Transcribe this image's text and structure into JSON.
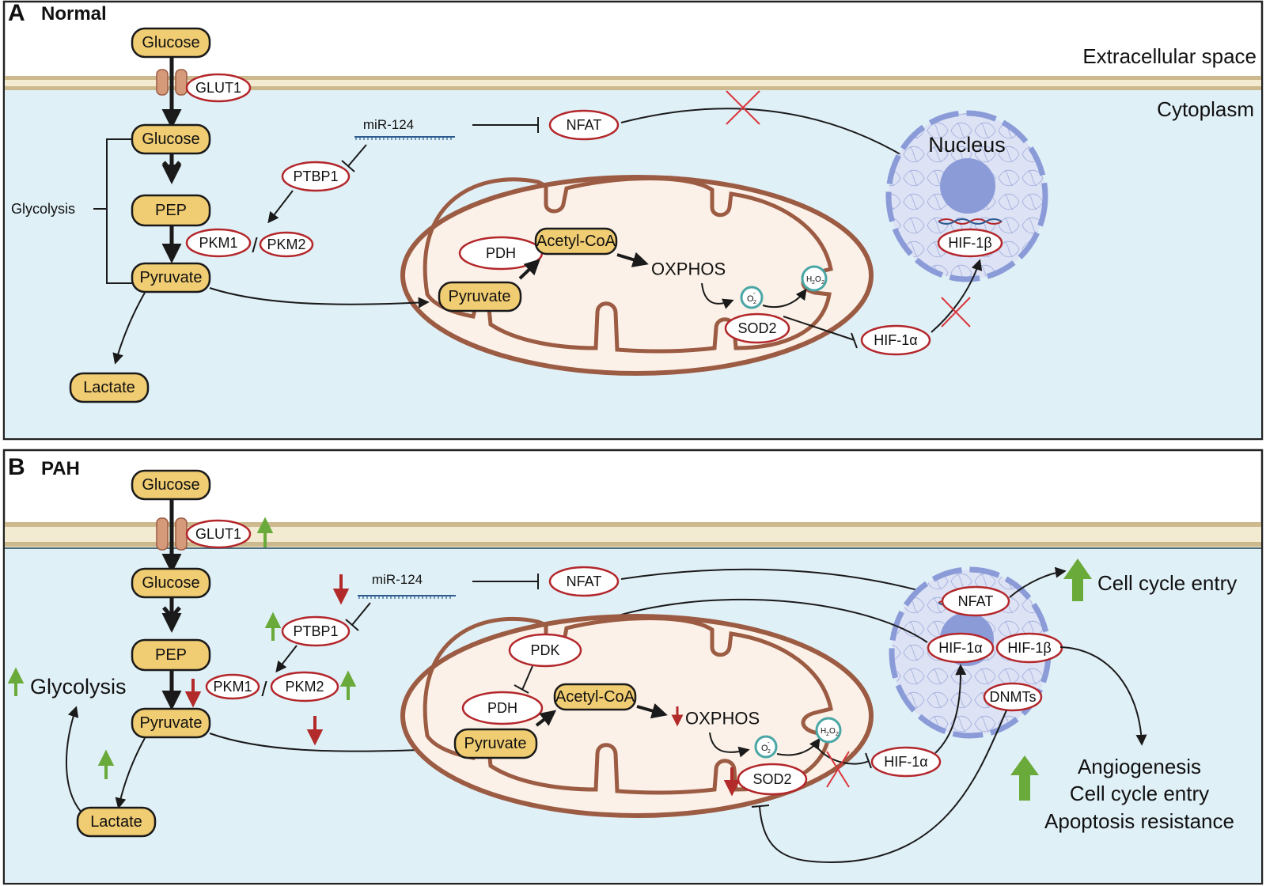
{
  "panels": [
    {
      "letter": "A",
      "title": "Normal",
      "extracellular_label": "Extracellular space",
      "cytoplasm_label": "Cytoplasm",
      "glucose_out": "Glucose",
      "glut1": "GLUT1",
      "glucose_in": "Glucose",
      "pep": "PEP",
      "pyruvate": "Pyruvate",
      "lactate": "Lactate",
      "glycolysis": "Glycolysis",
      "mir124": "miR-124",
      "ptbp1": "PTBP1",
      "pkm1": "PKM1",
      "pkm2": "PKM2",
      "slash": "/",
      "nfat": "NFAT",
      "nucleus": "Nucleus",
      "hif1b": "HIF-1β",
      "hif1a": "HIF-1α",
      "pdh": "PDH",
      "acetyl_coa": "Acetyl-CoA",
      "oxphos": "OXPHOS",
      "pyruvate_mito": "Pyruvate",
      "o2": "O",
      "o2_sub": "2",
      "o2_sup": "-",
      "h2o2_h": "H",
      "h2o2_2a": "2",
      "h2o2_o": "O",
      "h2o2_2b": "2",
      "sod2": "SOD2"
    },
    {
      "letter": "B",
      "title": "PAH",
      "glucose_out": "Glucose",
      "glut1": "GLUT1",
      "glucose_in": "Glucose",
      "pep": "PEP",
      "pyruvate": "Pyruvate",
      "lactate": "Lactate",
      "glycolysis": "Glycolysis",
      "mir124": "miR-124",
      "ptbp1": "PTBP1",
      "pkm1": "PKM1",
      "pkm2": "PKM2",
      "slash": "/",
      "nfat": "NFAT",
      "nfat_nucleus": "NFAT",
      "hif1a_nucleus": "HIF-1α",
      "hif1b": "HIF-1β",
      "dnmts": "DNMTs",
      "hif1a": "HIF-1α",
      "pdk": "PDK",
      "pdh": "PDH",
      "acetyl_coa": "Acetyl-CoA",
      "oxphos": "OXPHOS",
      "pyruvate_mito": "Pyruvate",
      "o2": "O",
      "o2_sub": "2",
      "o2_sup": "-",
      "h2o2_h": "H",
      "h2o2_2a": "2",
      "h2o2_o": "O",
      "h2o2_2b": "2",
      "sod2": "SOD2",
      "cell_cycle_entry_top": "Cell cycle entry",
      "outcomes": [
        "Angiogenesis",
        "Cell cycle entry",
        "Apoptosis resistance"
      ]
    }
  ],
  "colors": {
    "membrane": "#cdb98e",
    "cytoplasm": "#e0f0f7",
    "metabolite_fill": "#f0cc72",
    "protein_ring": "#b3272b",
    "mito_outline": "#9c5b43",
    "mito_fill": "#fbf1e8",
    "nucleus": "#8a9bd8",
    "up_arrow": "#6aaa3a",
    "down_arrow": "#b22a2a",
    "block_x": "#d9363b",
    "ros_ring": "#4aa6a6"
  }
}
